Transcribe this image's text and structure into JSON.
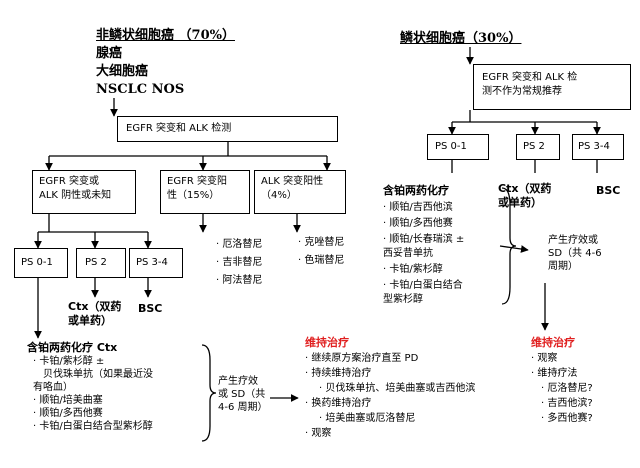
{
  "left_header": {
    "title": "非鳞状细胞癌 （70%）",
    "lines": [
      "腺癌",
      "大细胞癌",
      "NSCLC NOS"
    ]
  },
  "right_header": {
    "title": "鳞状细胞癌（30%）"
  },
  "boxes": {
    "egfr_alk_test": "EGFR 突变和 ALK 检测",
    "egfr_neg": "EGFR 突变或\nALK 阴性或未知",
    "egfr_pos": "EGFR 突变阳\n性（15%）",
    "alk_pos": "ALK 突变阳性\n（4%）",
    "ps01_left": "PS 0-1",
    "ps2_left": "PS 2",
    "ps34_left": "PS 3-4",
    "sq_test": "EGFR 突变和 ALK 检\n测不作为常规推荐",
    "ps01_right": "PS 0-1",
    "ps2_right": "PS 2",
    "ps34_right": "PS 3-4"
  },
  "egfr_drugs": [
    "厄洛替尼",
    "吉非替尼",
    "阿法替尼"
  ],
  "alk_drugs": [
    "克唑替尼",
    "色瑞替尼"
  ],
  "left_ps2_ctx": [
    "Ctx（双药",
    "或单药）"
  ],
  "left_bsc": "BSC",
  "right_ctx": [
    "Ctx（双药",
    "或单药）"
  ],
  "right_bsc": "BSC",
  "left_chemo": {
    "title": "含铂两药化疗 Ctx",
    "items": [
      "卡铂/紫杉醇 ±",
      "贝伐珠单抗（如果最近没",
      "有咯血）",
      "顺铂/培美曲塞",
      "顺铂/多西他赛",
      "卡铂/白蛋白结合型紫杉醇"
    ]
  },
  "left_response": [
    "产生疗效",
    "或 SD（共",
    "4-6 周期）"
  ],
  "left_maintenance": {
    "title": "维持治疗",
    "items": [
      "继续原方案治疗直至 PD",
      "持续维持治疗",
      "贝伐珠单抗、培美曲塞或吉西他滨",
      "换药维持治疗",
      "培美曲塞或厄洛替尼",
      "观察"
    ]
  },
  "right_chemo": {
    "title": "含铂两药化疗",
    "items": [
      "顺铂/吉西他滨",
      "顺铂/多西他赛",
      "顺铂/长春瑞滨 ±",
      "西妥昔单抗",
      "卡铂/紫杉醇",
      "卡铂/白蛋白结合",
      "型紫杉醇"
    ]
  },
  "right_response": [
    "产生疗效或",
    "SD（共 4-6",
    "周期）"
  ],
  "right_maintenance": {
    "title": "维持治疗",
    "items": [
      "观察",
      "维持疗法",
      "厄洛替尼?",
      "吉西他滨?",
      "多西他赛?"
    ]
  }
}
